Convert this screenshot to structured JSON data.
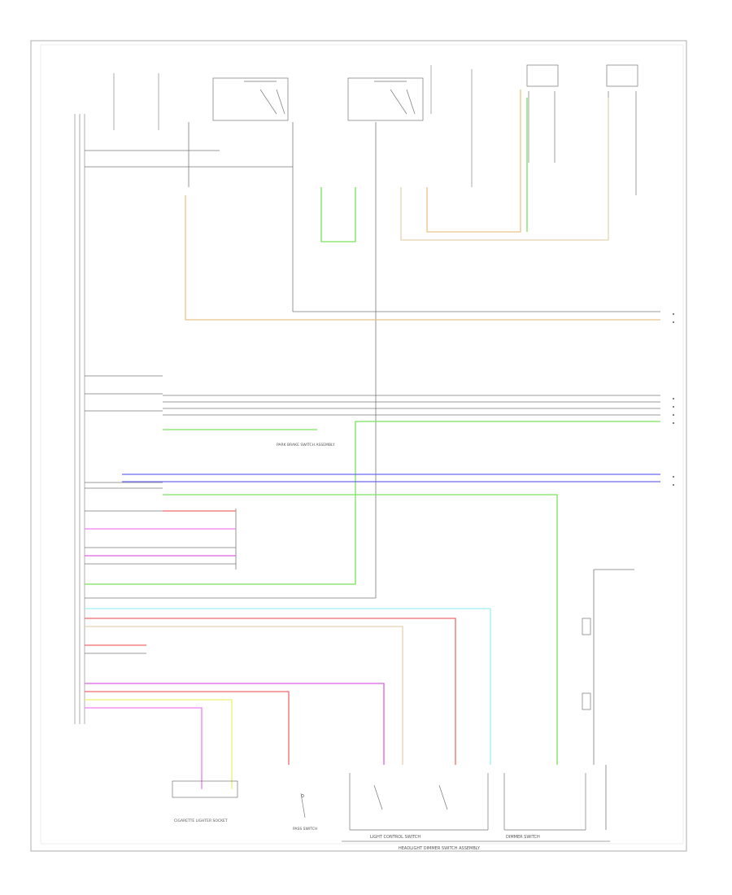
{
  "labels": {
    "light_control_switch": "LIGHT CONTROL SWITCH",
    "dimmer_switch": "DIMMER SWITCH",
    "headlight_dimmer_switch_assembly": "HEADLIGHT DIMMER SWITCH ASSEMBLY",
    "pass_switch": "PASS SWITCH",
    "pass_switch_sub": "",
    "cigarette_lighter_socket": "CIGARETTE LIGHTER SOCKET",
    "headlight_relay_lo": "",
    "headlight_relay_hi": "",
    "marker_light_relay": "",
    "right_headlight": "",
    "left_headlight": "",
    "junction_block": "",
    "clearance_light": "",
    "park_brake_switch": "PARK BRAKE SWITCH ASSEMBLY",
    "light_control_position": "",
    "light_control_position_2": "",
    "steering_lock": "",
    "ground_point": "",
    "page_footer": ""
  },
  "colors": {
    "grey": "#6b6b6b",
    "tan": "#e8c48a",
    "green": "#7be25e",
    "blue": "#6a6af0",
    "red": "#f06a6a",
    "pink": "#f07ef0",
    "magenta": "#e060e0",
    "cyan": "#9ef0f0",
    "yellow": "#f0f070",
    "beige": "#e6d2b0"
  }
}
